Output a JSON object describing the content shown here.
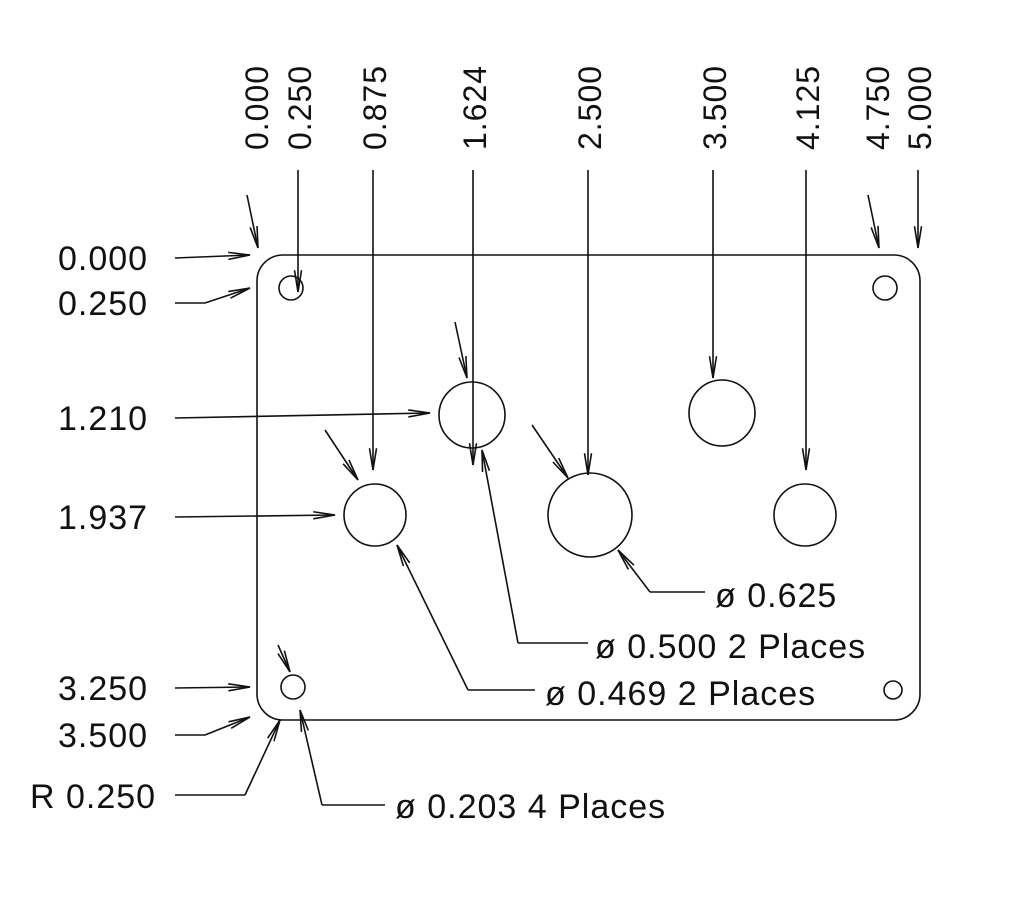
{
  "drawing": {
    "top_dimensions": [
      "0.000",
      "0.250",
      "0.875",
      "1.624",
      "2.500",
      "3.500",
      "4.125",
      "4.750",
      "5.000"
    ],
    "left_dimensions": [
      "0.000",
      "0.250",
      "1.210",
      "1.937",
      "3.250",
      "3.500"
    ],
    "radius_label": "R 0.250",
    "callouts": [
      {
        "label": "ø 0.625"
      },
      {
        "label": "ø 0.500 2 Places"
      },
      {
        "label": "ø 0.469 2 Places"
      },
      {
        "label": "ø 0.203 4 Places"
      }
    ]
  }
}
